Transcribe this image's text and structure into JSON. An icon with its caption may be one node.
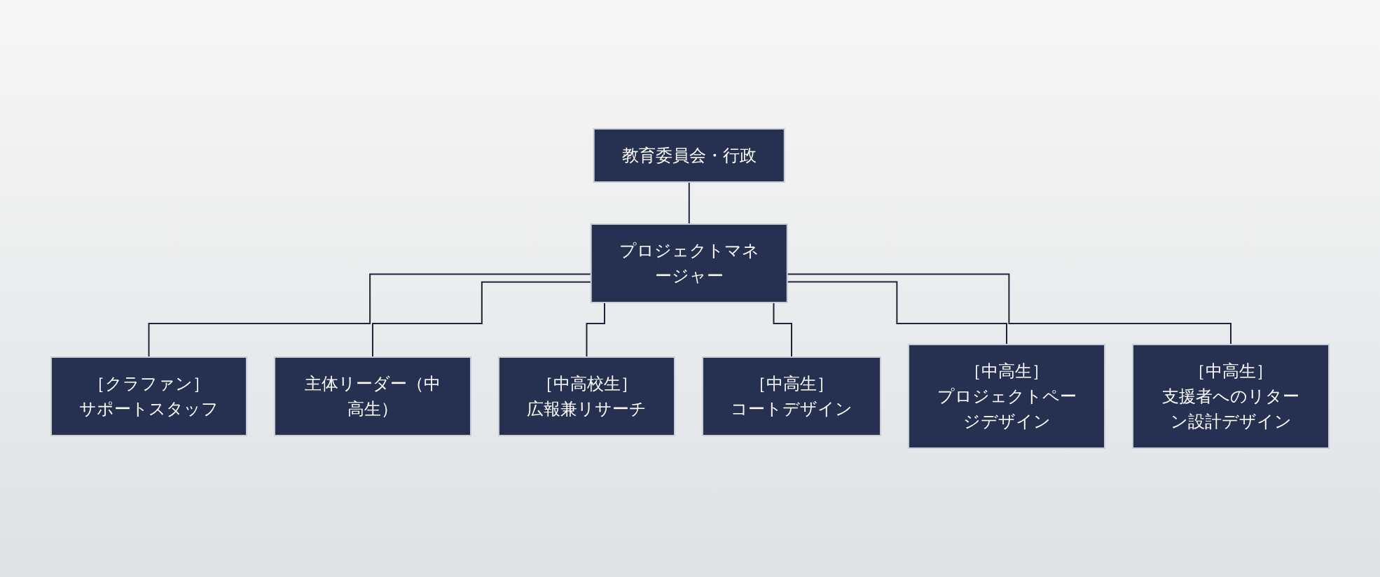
{
  "diagram": {
    "nodes": [
      {
        "text": [
          "教育委員会・行政"
        ]
      },
      {
        "text": [
          "プロジェクトマネージャー"
        ]
      },
      {
        "text": [
          "［クラファン］",
          "サポートスタッフ"
        ]
      },
      {
        "text": [
          "主体リーダー（中高生）"
        ]
      },
      {
        "text": [
          "［中高校生］",
          "広報兼リサーチ"
        ]
      },
      {
        "text": [
          "［中高生］",
          "コートデザイン"
        ]
      },
      {
        "text": [
          "［中高生］",
          "プロジェクトページデザイン"
        ]
      },
      {
        "text": [
          "［中高生］",
          "支援者へのリターン設計デザイン"
        ]
      }
    ],
    "edges": [
      {
        "from": 0,
        "to": 1,
        "arrow": "none"
      },
      {
        "from": 1,
        "to": 2,
        "arrow": "none"
      },
      {
        "from": 1,
        "to": 3,
        "arrow": "none"
      },
      {
        "from": 1,
        "to": 4,
        "arrow": "none"
      },
      {
        "from": 1,
        "to": 5,
        "arrow": "none"
      },
      {
        "from": 1,
        "to": 6,
        "arrow": "none"
      },
      {
        "from": 1,
        "to": 7,
        "arrow": "none"
      }
    ]
  }
}
